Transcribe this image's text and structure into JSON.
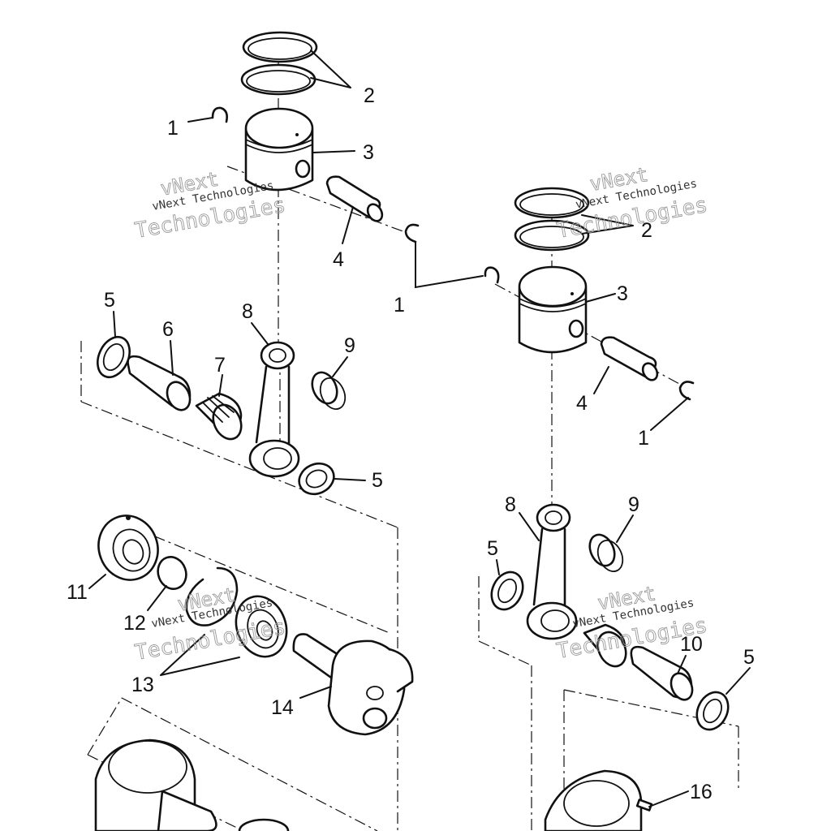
{
  "callouts": {
    "c1a": "1",
    "c2a": "2",
    "c3a": "3",
    "c4a": "4",
    "c1b": "1",
    "c2b": "2",
    "c3b": "3",
    "c4b": "4",
    "c1c": "1",
    "c5a": "5",
    "c6": "6",
    "c7": "7",
    "c8a": "8",
    "c9a": "9",
    "c5b": "5",
    "c8b": "8",
    "c9b": "9",
    "c5c": "5",
    "c10": "10",
    "c5d": "5",
    "c11": "11",
    "c12": "12",
    "c13": "13",
    "c14": "14",
    "c16": "16"
  },
  "watermark": {
    "line1": "vNext",
    "line2": "vNext Technologies",
    "line3": "Technologies"
  },
  "colors": {
    "ink": "#111111",
    "paper": "#ffffff",
    "watermark": "#9a9a9a"
  }
}
